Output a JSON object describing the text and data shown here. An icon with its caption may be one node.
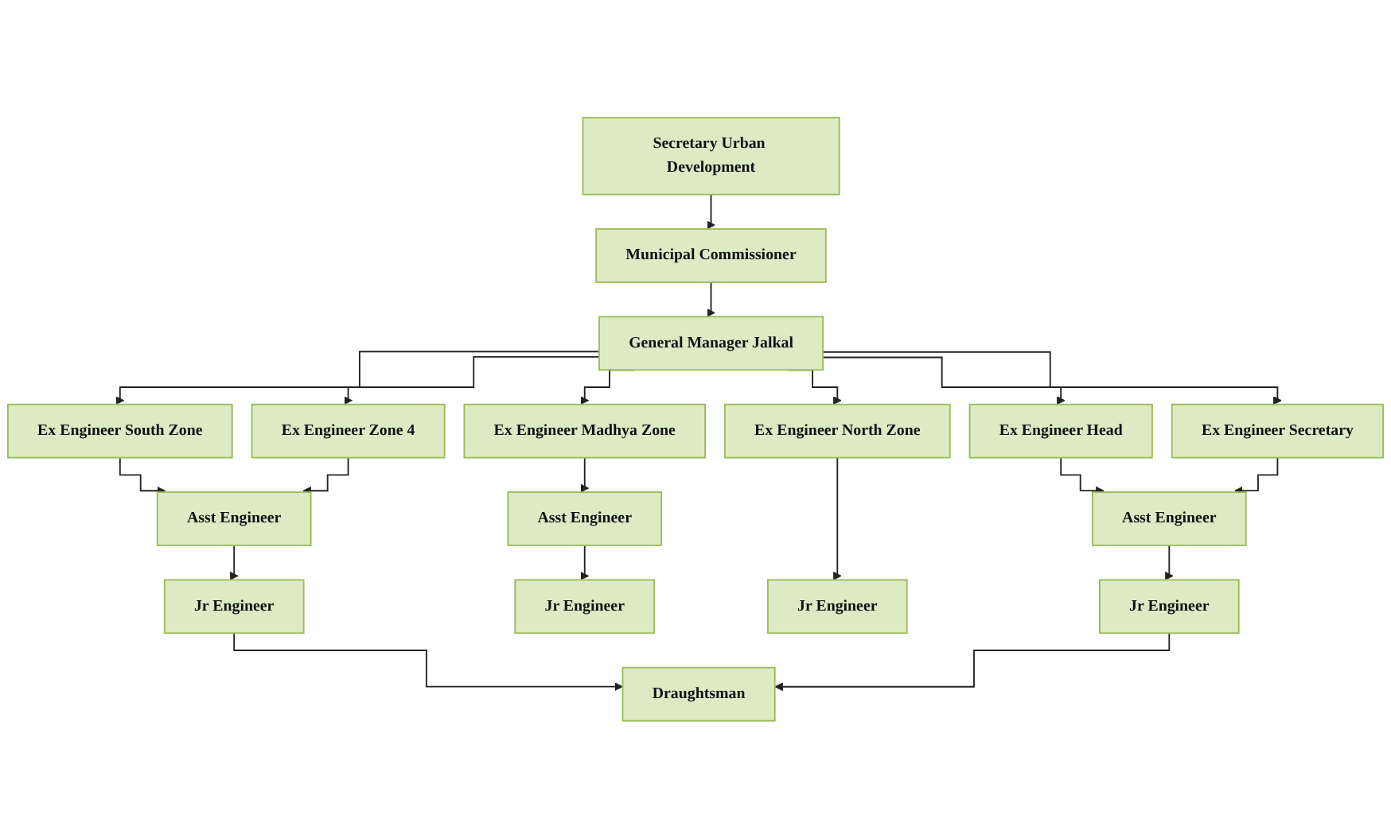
{
  "diagram": {
    "nodes": [
      {
        "text": [
          "Secretary Urban Development"
        ]
      },
      {
        "text": [
          "Municipal Commissioner"
        ]
      },
      {
        "text": [
          "General Manager Jalkal"
        ]
      },
      {
        "text": [
          "Ex Engineer South Zone"
        ]
      },
      {
        "text": [
          "Ex Engineer Zone 4"
        ]
      },
      {
        "text": [
          "Ex Engineer Madhya Zone"
        ]
      },
      {
        "text": [
          "Ex Engineer North Zone"
        ]
      },
      {
        "text": [
          "Ex Engineer Head"
        ]
      },
      {
        "text": [
          "Ex Engineer Secretary"
        ]
      },
      {
        "text": [
          "Asst Engineer"
        ]
      },
      {
        "text": [
          "Asst Engineer"
        ]
      },
      {
        "text": [
          "Asst Engineer"
        ]
      },
      {
        "text": [
          "Jr Engineer"
        ]
      },
      {
        "text": [
          "Jr Engineer"
        ]
      },
      {
        "text": [
          "Jr Engineer"
        ]
      },
      {
        "text": [
          "Jr Engineer"
        ]
      },
      {
        "text": [
          "Draughtsman"
        ]
      }
    ],
    "edges": [
      {
        "from": 0,
        "to": 1,
        "arrow": "to"
      },
      {
        "from": 1,
        "to": 2,
        "arrow": "to"
      },
      {
        "from": 2,
        "to": 3,
        "arrow": "to"
      },
      {
        "from": 2,
        "to": 4,
        "arrow": "to"
      },
      {
        "from": 2,
        "to": 5,
        "arrow": "to"
      },
      {
        "from": 2,
        "to": 6,
        "arrow": "to"
      },
      {
        "from": 2,
        "to": 7,
        "arrow": "to"
      },
      {
        "from": 2,
        "to": 8,
        "arrow": "to"
      },
      {
        "from": 3,
        "to": 9,
        "arrow": "to"
      },
      {
        "from": 4,
        "to": 9,
        "arrow": "to"
      },
      {
        "from": 5,
        "to": 10,
        "arrow": "to"
      },
      {
        "from": 6,
        "to": 14,
        "arrow": "to"
      },
      {
        "from": 7,
        "to": 11,
        "arrow": "to"
      },
      {
        "from": 8,
        "to": 11,
        "arrow": "to"
      },
      {
        "from": 9,
        "to": 12,
        "arrow": "to"
      },
      {
        "from": 10,
        "to": 13,
        "arrow": "to"
      },
      {
        "from": 11,
        "to": 15,
        "arrow": "to"
      },
      {
        "from": 12,
        "to": 16,
        "arrow": "to"
      },
      {
        "from": 15,
        "to": 16,
        "arrow": "to"
      }
    ]
  }
}
